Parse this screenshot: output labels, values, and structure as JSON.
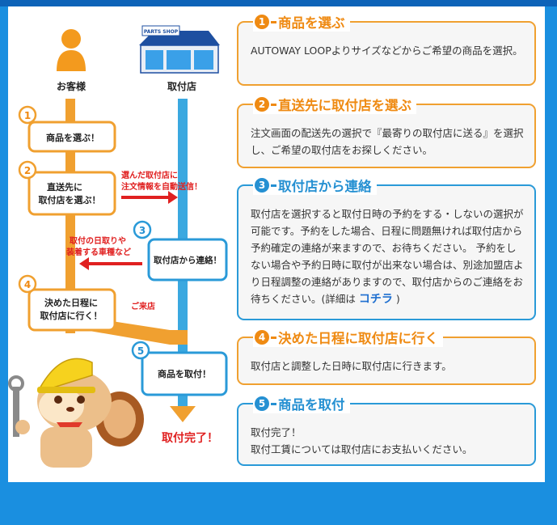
{
  "flow": {
    "customer_label": "お客様",
    "shop_label": "取付店",
    "shop_sign": "PARTS SHOP",
    "steps": [
      {
        "num": "1",
        "label": "商品を選ぶ！"
      },
      {
        "num": "2",
        "label_line1": "直送先に",
        "label_line2": "取付店を選ぶ！"
      },
      {
        "num": "3",
        "label": "取付店から連絡！"
      },
      {
        "num": "4",
        "label_line1": "決めた日程に",
        "label_line2": "取付店に行く！"
      },
      {
        "num": "5",
        "label": "商品を取付！"
      }
    ],
    "arrow_to_shop_line1": "選んだ取付店に",
    "arrow_to_shop_line2": "注文情報を自動送信！",
    "arrow_to_customer_line1": "取付の日取りや",
    "arrow_to_customer_line2": "装着する車種など",
    "visit_label": "ご来店",
    "complete_label": "取付完了！"
  },
  "cards": [
    {
      "num": "1",
      "title": "商品を選ぶ",
      "body": "AUTOWAY LOOPよりサイズなどからご希望の商品を選択。"
    },
    {
      "num": "2",
      "title": "直送先に取付店を選ぶ",
      "body": "注文画面の配送先の選択で『最寄りの取付店に送る』を選択し、ご希望の取付店をお探しください。"
    },
    {
      "num": "3",
      "title": "取付店から連絡",
      "body": "取付店を選択すると取付日時の予約をする・しないの選択が可能です。予約をした場合、日程に問題無ければ取付店から予約確定の連絡が来ますので、お待ちください。 予約をしない場合や予約日時に取付が出来ない場合は、別途加盟店より日程調整の連絡がありますので、取付店からのご連絡をお待ちください。(詳細は",
      "link": "コチラ",
      "body_end": ")"
    },
    {
      "num": "4",
      "title": "決めた日程に取付店に行く",
      "body": "取付店と調整した日時に取付店に行きます。"
    },
    {
      "num": "5",
      "title": "商品を取付",
      "body_line1": "取付完了！",
      "body_line2": "取付工賃については取付店にお支払いください。"
    }
  ],
  "colors": {
    "orange": "#ef8a12",
    "blue": "#2590d2",
    "red": "#e02020",
    "frame": "#1a8fe0"
  }
}
